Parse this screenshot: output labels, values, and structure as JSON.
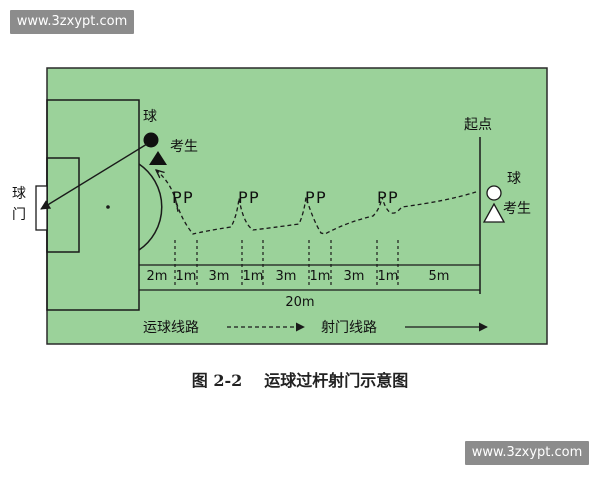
{
  "watermark": {
    "top": "www.3zxypt.com",
    "bottom": "www.3zxypt.com"
  },
  "labels": {
    "ball_left": "球",
    "examinee_left": "考生",
    "goal_line1": "球",
    "goal_line2": "门",
    "start": "起点",
    "ball_right": "球",
    "examinee_right": "考生",
    "flag": "P"
  },
  "distances": [
    "2m",
    "1m",
    "3m",
    "1m",
    "3m",
    "1m",
    "3m",
    "1m",
    "5m"
  ],
  "total": "20m",
  "legend": {
    "dribble": "运球线路",
    "shoot": "射门线路"
  },
  "caption": {
    "number": "图 2-2",
    "title": "运球过杆射门示意图"
  },
  "colors": {
    "field": "#9bd29a",
    "line": "#1a1a1a",
    "caption": "#222222"
  }
}
